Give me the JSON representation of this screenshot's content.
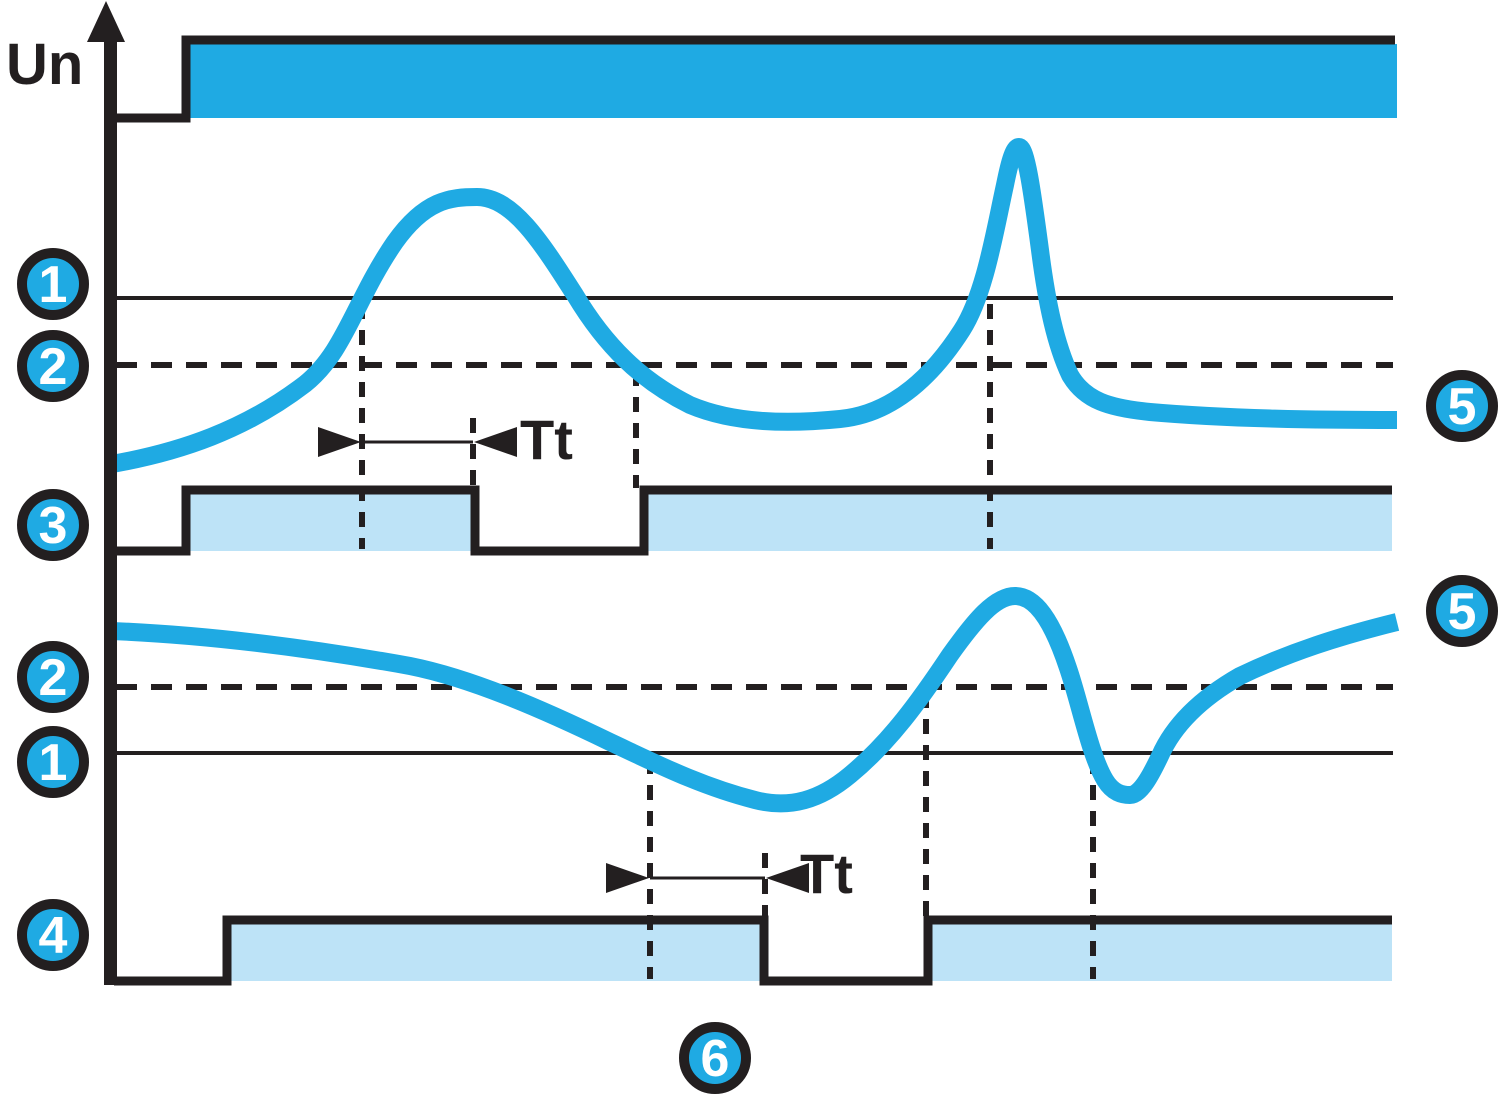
{
  "axis": {
    "label": "Un"
  },
  "delay": {
    "upper_label": "Tt",
    "lower_label": "Tt"
  },
  "callouts": {
    "upper_solid_threshold": "1",
    "upper_dashed_threshold": "2",
    "output_a": "3",
    "lower_dashed_threshold": "2",
    "lower_solid_threshold": "1",
    "output_b": "4",
    "signal_upper": "5",
    "signal_lower": "5",
    "time_marker": "6"
  },
  "colors": {
    "accent_cyan": "#1FAAE3",
    "pale_blue": "#BDE3F7",
    "ink_black": "#231F20",
    "digit_white": "#FFFFFF"
  }
}
